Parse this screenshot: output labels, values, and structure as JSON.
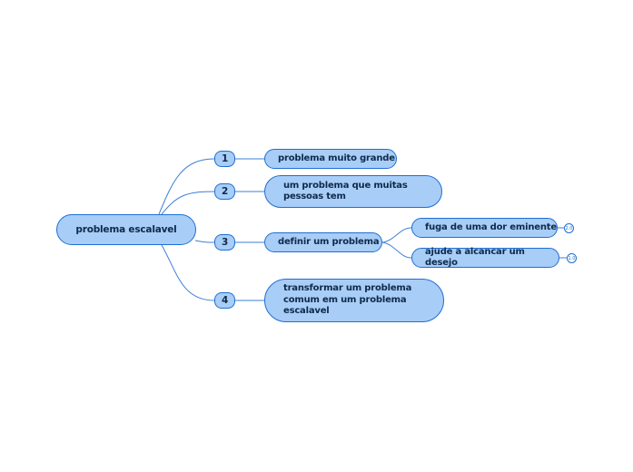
{
  "root": {
    "label": "problema escalavel"
  },
  "branches": [
    {
      "number": "1",
      "label": "problema muito grande"
    },
    {
      "number": "2",
      "label": "um problema que muitas pessoas tem"
    },
    {
      "number": "3",
      "label": "definir um problema",
      "children": [
        {
          "label": "fuga de uma dor eminente",
          "collapsed_count": "2.0"
        },
        {
          "label": "ajude a alcancar um desejo",
          "collapsed_count": "1.0"
        }
      ]
    },
    {
      "number": "4",
      "label": "transformar um problema comum em um problema escalavel"
    }
  ],
  "colors": {
    "node_fill": "#a8cdf7",
    "node_border": "#1f6fd1",
    "text": "#0f2a4a",
    "connector": "#3d7fd6"
  }
}
